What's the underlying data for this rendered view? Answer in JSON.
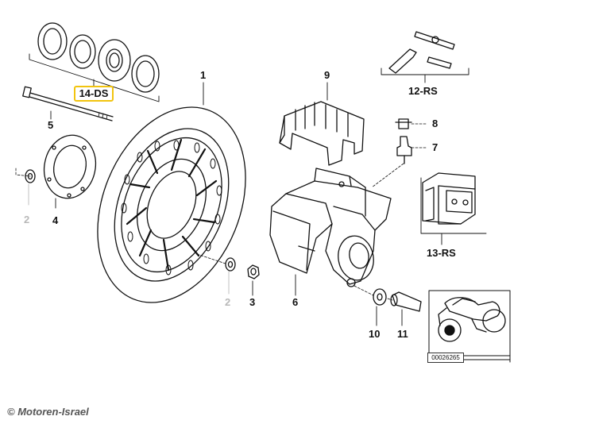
{
  "diagram": {
    "callouts": {
      "p1": "1",
      "p2a": "2",
      "p2b": "2",
      "p3": "3",
      "p4": "4",
      "p5": "5",
      "p6": "6",
      "p7": "7",
      "p8": "8",
      "p9": "9",
      "p10": "10",
      "p11": "11",
      "p12": "12-RS",
      "p13": "13-RS",
      "p14": "14-DS"
    },
    "highlighted_part": "14-DS",
    "highlight_color": "#f2c40f",
    "muted_label_color": "#b8b8b8",
    "reference_code": "00026265"
  },
  "footer": {
    "copyright": "© Motoren-Israel"
  }
}
